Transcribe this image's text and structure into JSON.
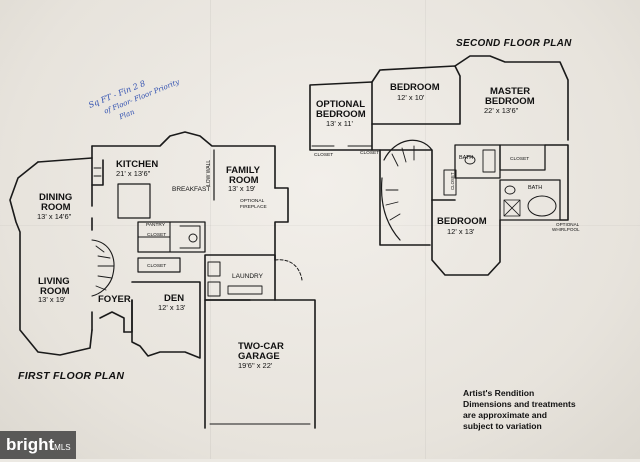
{
  "first_floor": {
    "title": "FIRST FLOOR PLAN",
    "rooms": {
      "kitchen": {
        "name": "KITCHEN",
        "dims": "21' x 13'6\""
      },
      "breakfast": {
        "name": "BREAKFAST"
      },
      "family": {
        "name_1": "FAMILY",
        "name_2": "ROOM",
        "dims": "13' x 19'"
      },
      "dining": {
        "name_1": "DINING",
        "name_2": "ROOM",
        "dims": "13' x 14'6\""
      },
      "living": {
        "name_1": "LIVING",
        "name_2": "ROOM",
        "dims": "13' x 19'"
      },
      "foyer": {
        "name": "FOYER"
      },
      "den": {
        "name": "DEN",
        "dims": "12' x 13'"
      },
      "garage": {
        "name_1": "TWO-CAR",
        "name_2": "GARAGE",
        "dims": "19'6\" x 22'"
      },
      "laundry": {
        "name": "LAUNDRY"
      },
      "pantry": {
        "name": "PANTRY"
      },
      "closet_1": {
        "name": "CLOSET"
      },
      "closet_2": {
        "name": "CLOSET"
      },
      "fireplace": {
        "name_1": "OPTIONAL",
        "name_2": "FIREPLACE"
      },
      "low_wall": {
        "name": "LOW WALL"
      }
    }
  },
  "second_floor": {
    "title": "SECOND FLOOR PLAN",
    "rooms": {
      "optional_bedroom": {
        "name_1": "OPTIONAL",
        "name_2": "BEDROOM",
        "dims": "13' x 11'"
      },
      "bedroom_top": {
        "name": "BEDROOM",
        "dims": "12' x 10'"
      },
      "master": {
        "name_1": "MASTER",
        "name_2": "BEDROOM",
        "dims": "22' x 13'6\""
      },
      "bedroom_bottom": {
        "name": "BEDROOM",
        "dims": "12' x 13'"
      },
      "bath_1": {
        "name": "BATH"
      },
      "bath_2": {
        "name": "BATH"
      },
      "closet_1": {
        "name": "CLOSET"
      },
      "closet_2": {
        "name": "CLOSET"
      },
      "closet_3": {
        "name": "CLOSET"
      },
      "closet_4": {
        "name": "CLOSET"
      },
      "whirlpool": {
        "name_1": "OPTIONAL",
        "name_2": "WHIRLPOOL"
      }
    }
  },
  "handwritten": {
    "line_1": "Sq FT - Fin 2 8",
    "line_2": "of Floor- Floor Priority",
    "line_3": "Plan"
  },
  "disclaimer": {
    "line_1": "Artist's Rendition",
    "line_2": "Dimensions and treatments",
    "line_3": "are approximate and",
    "line_4": "subject to variation"
  },
  "watermark": {
    "text": "bright",
    "suffix": "MLS"
  }
}
